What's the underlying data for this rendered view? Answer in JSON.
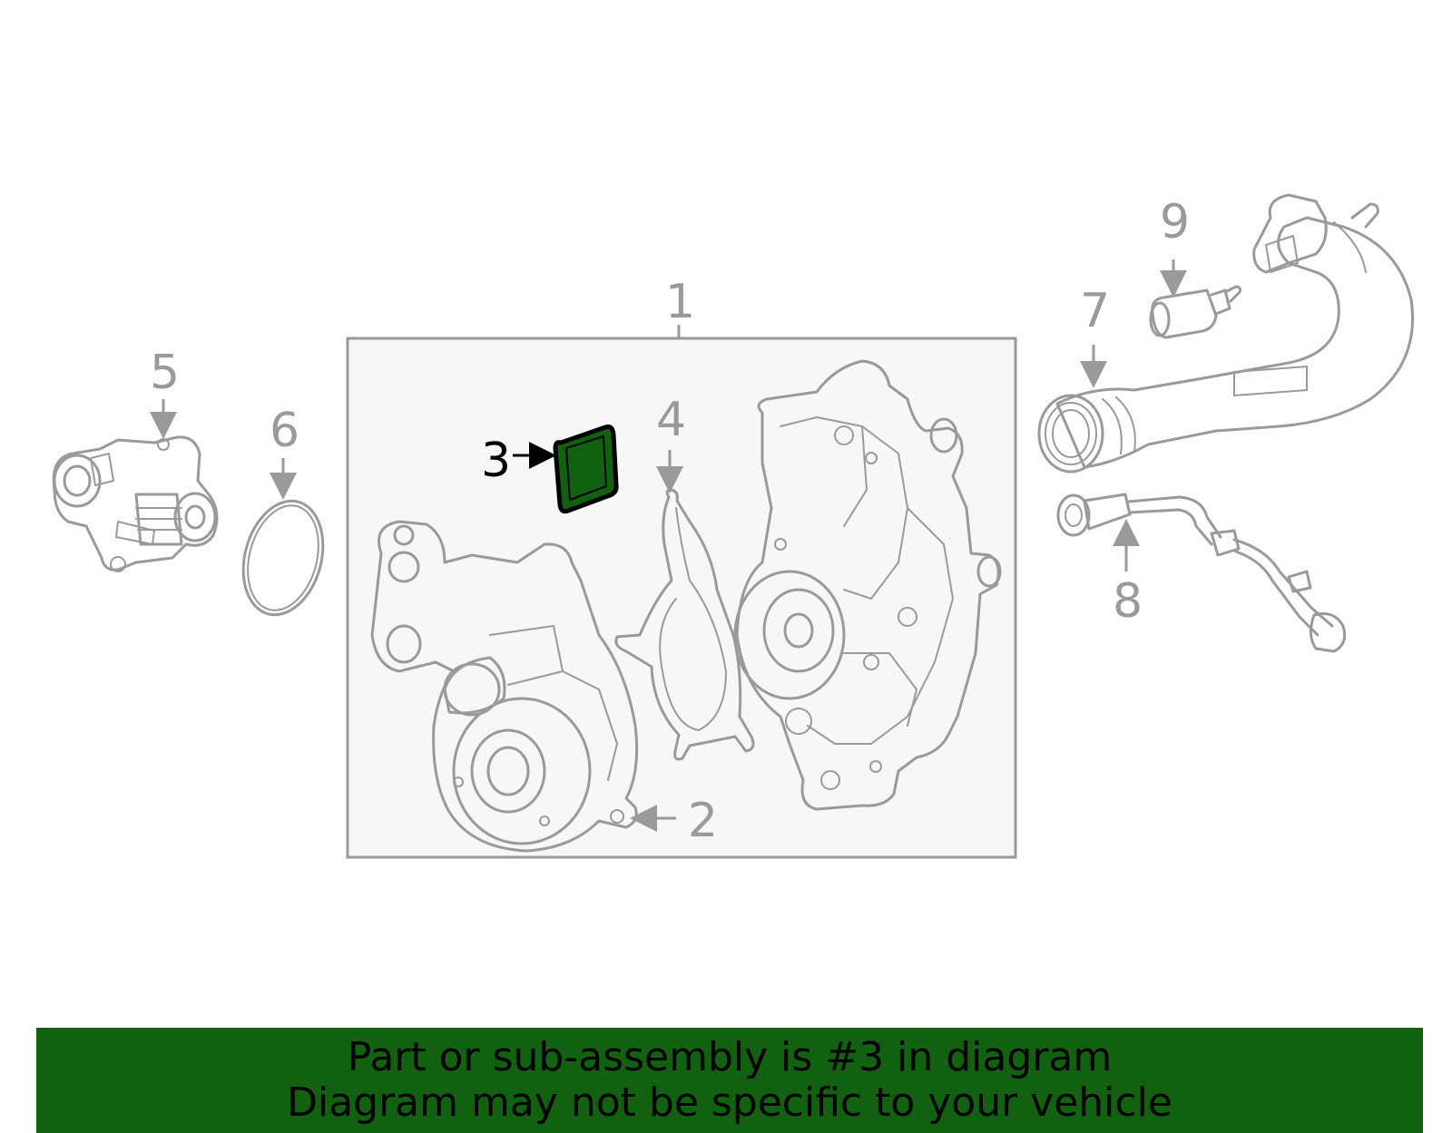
{
  "colors": {
    "highlight_fill": "#116110",
    "part_stroke": "#9a9a9a",
    "box_fill": "#f7f7f7",
    "banner_bg": "#116110"
  },
  "callouts": {
    "c1": "1",
    "c2": "2",
    "c3": "3",
    "c4": "4",
    "c5": "5",
    "c6": "6",
    "c7": "7",
    "c8": "8",
    "c9": "9"
  },
  "banner": {
    "line1": "Part or sub-assembly is #3 in diagram",
    "line2": "Diagram may not be specific to your vehicle"
  }
}
